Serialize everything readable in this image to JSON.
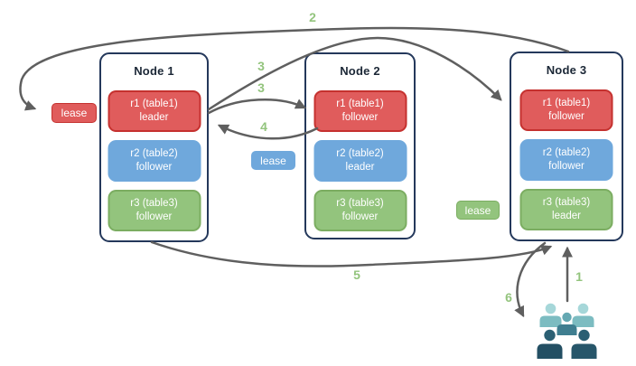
{
  "nodes": [
    {
      "title": "Node 1",
      "replicas": [
        {
          "name": "r1 (table1)",
          "role": "leader",
          "color": "red"
        },
        {
          "name": "r2 (table2)",
          "role": "follower",
          "color": "blue"
        },
        {
          "name": "r3 (table3)",
          "role": "follower",
          "color": "green"
        }
      ]
    },
    {
      "title": "Node 2",
      "replicas": [
        {
          "name": "r1 (table1)",
          "role": "follower",
          "color": "red"
        },
        {
          "name": "r2 (table2)",
          "role": "leader",
          "color": "blue"
        },
        {
          "name": "r3 (table3)",
          "role": "follower",
          "color": "green"
        }
      ]
    },
    {
      "title": "Node 3",
      "replicas": [
        {
          "name": "r1 (table1)",
          "role": "follower",
          "color": "red"
        },
        {
          "name": "r2 (table2)",
          "role": "follower",
          "color": "blue"
        },
        {
          "name": "r3 (table3)",
          "role": "leader",
          "color": "green"
        }
      ]
    }
  ],
  "leases": [
    {
      "label": "lease",
      "color": "red"
    },
    {
      "label": "lease",
      "color": "blue"
    },
    {
      "label": "lease",
      "color": "green"
    }
  ],
  "step_labels": [
    "2",
    "3",
    "3",
    "4",
    "5",
    "1",
    "6"
  ],
  "colors": {
    "replica_red": "#e05c5c",
    "replica_red_border": "#c5312f",
    "replica_blue": "#6fa8dc",
    "replica_green": "#93c47d",
    "replica_green_border": "#7bad61",
    "node_border": "#24385b",
    "arrow": "#5f5f5f",
    "step_label": "#93c47d",
    "users_light": "#a6d7d9",
    "users_medium": "#7cbcc1",
    "users_dark": "#27566a"
  }
}
